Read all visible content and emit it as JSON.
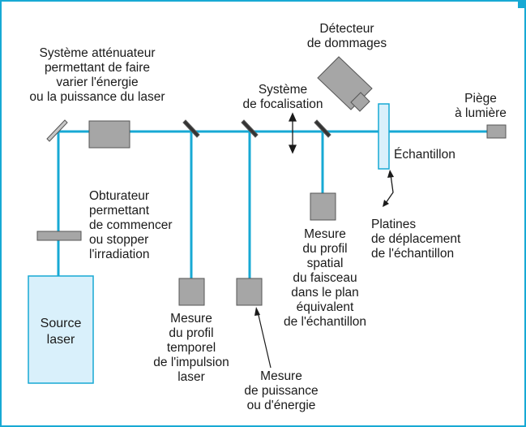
{
  "colors": {
    "beam": "#17a9d4",
    "frame": "#17a9d4",
    "component_fill": "#a6a6a6",
    "source_fill": "#d9f0fb"
  },
  "labels": {
    "source": "Source\nlaser",
    "obturateur": "Obturateur\npermettant\nde commencer\nou stopper\nl'irradiation",
    "attenuateur": "Système atténuateur\npermettant de faire\nvarier l'énergie\nou la puissance du laser",
    "focalisation": "Système\nde focalisation",
    "detecteur": "Détecteur\nde dommages",
    "piege": "Piège\nà lumière",
    "echantillon": "Échantillon",
    "platines": "Platines\nde déplacement\nde l'échantillon",
    "profil_spatial": "Mesure\ndu profil\nspatial\ndu faisceau\ndans le plan\néquivalent\nde l'échantillon",
    "profil_temporel": "Mesure\ndu profil\ntemporel\nde l'impulsion\nlaser",
    "puissance": "Mesure\nde puissance\nou d'énergie"
  }
}
